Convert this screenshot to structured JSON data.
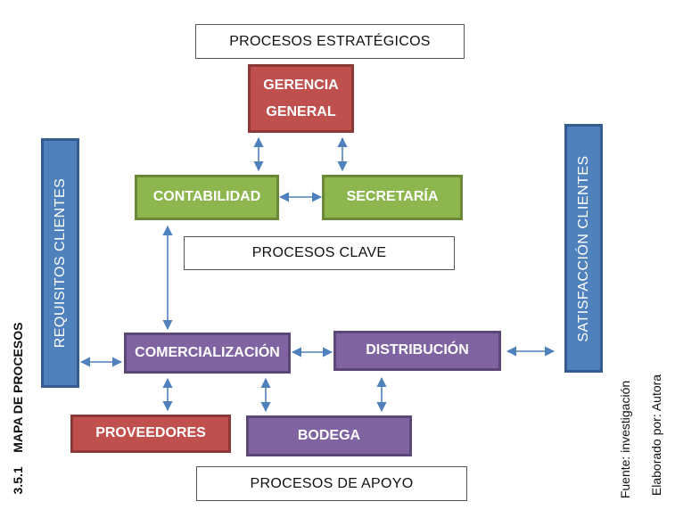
{
  "diagram": {
    "labels": {
      "strategic": "PROCESOS ESTRATÉGICOS",
      "key": "PROCESOS CLAVE",
      "support": "PROCESOS DE APOYO"
    },
    "nodes": {
      "gerencia_line1": "GERENCIA",
      "gerencia_line2": "GENERAL",
      "contabilidad": "CONTABILIDAD",
      "secretaria": "SECRETARÍA",
      "comercializacion": "COMERCIALIZACIÓN",
      "distribucion": "DISTRIBUCIÓN",
      "proveedores": "PROVEEDORES",
      "bodega": "BODEGA"
    },
    "side_bars": {
      "left": "REQUISITOS CLIENTES",
      "right": "SATISFACCIÓN CLIENTES"
    },
    "caption": {
      "number": "3.5.1",
      "title": "MAPA DE PROCESOS"
    },
    "source": {
      "line1": "Fuente: investigación",
      "line2": "Elaborado por: Autora"
    },
    "colors": {
      "red": "#c0504d",
      "green": "#8db64f",
      "purple": "#8064a2",
      "blue": "#4f81bd",
      "arrow": "#4f81bd"
    }
  }
}
